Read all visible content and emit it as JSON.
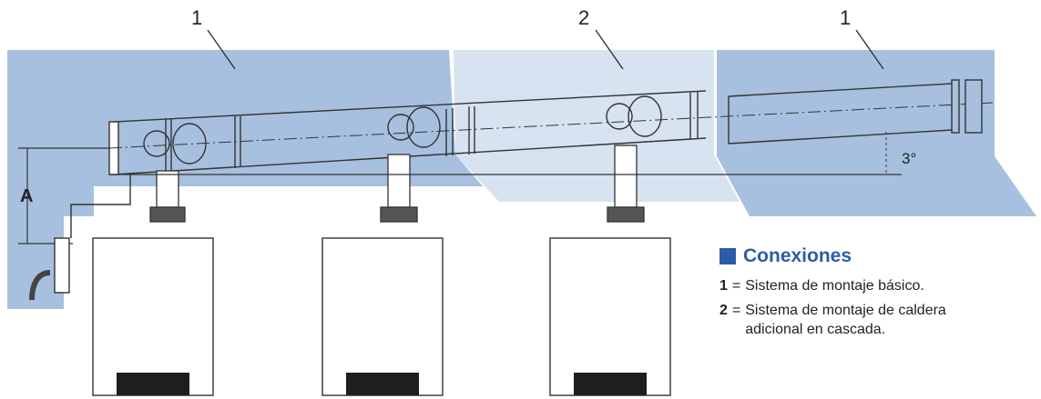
{
  "callouts": {
    "c1_left": "1",
    "c2": "2",
    "c1_right": "1"
  },
  "dimension": {
    "label": "A"
  },
  "angle": {
    "label": "3°"
  },
  "legend": {
    "title": "Conexiones",
    "items": [
      {
        "num": "1",
        "eq": "=",
        "lines": [
          "Sistema de montaje básico."
        ]
      },
      {
        "num": "2",
        "eq": "=",
        "lines": [
          "Sistema de montaje de caldera",
          "adicional en cascada."
        ]
      }
    ]
  },
  "colors": {
    "zone_dark": "#a8c0df",
    "zone_light": "#d8e3f1",
    "accent": "#2a5da8",
    "line": "#333333"
  }
}
